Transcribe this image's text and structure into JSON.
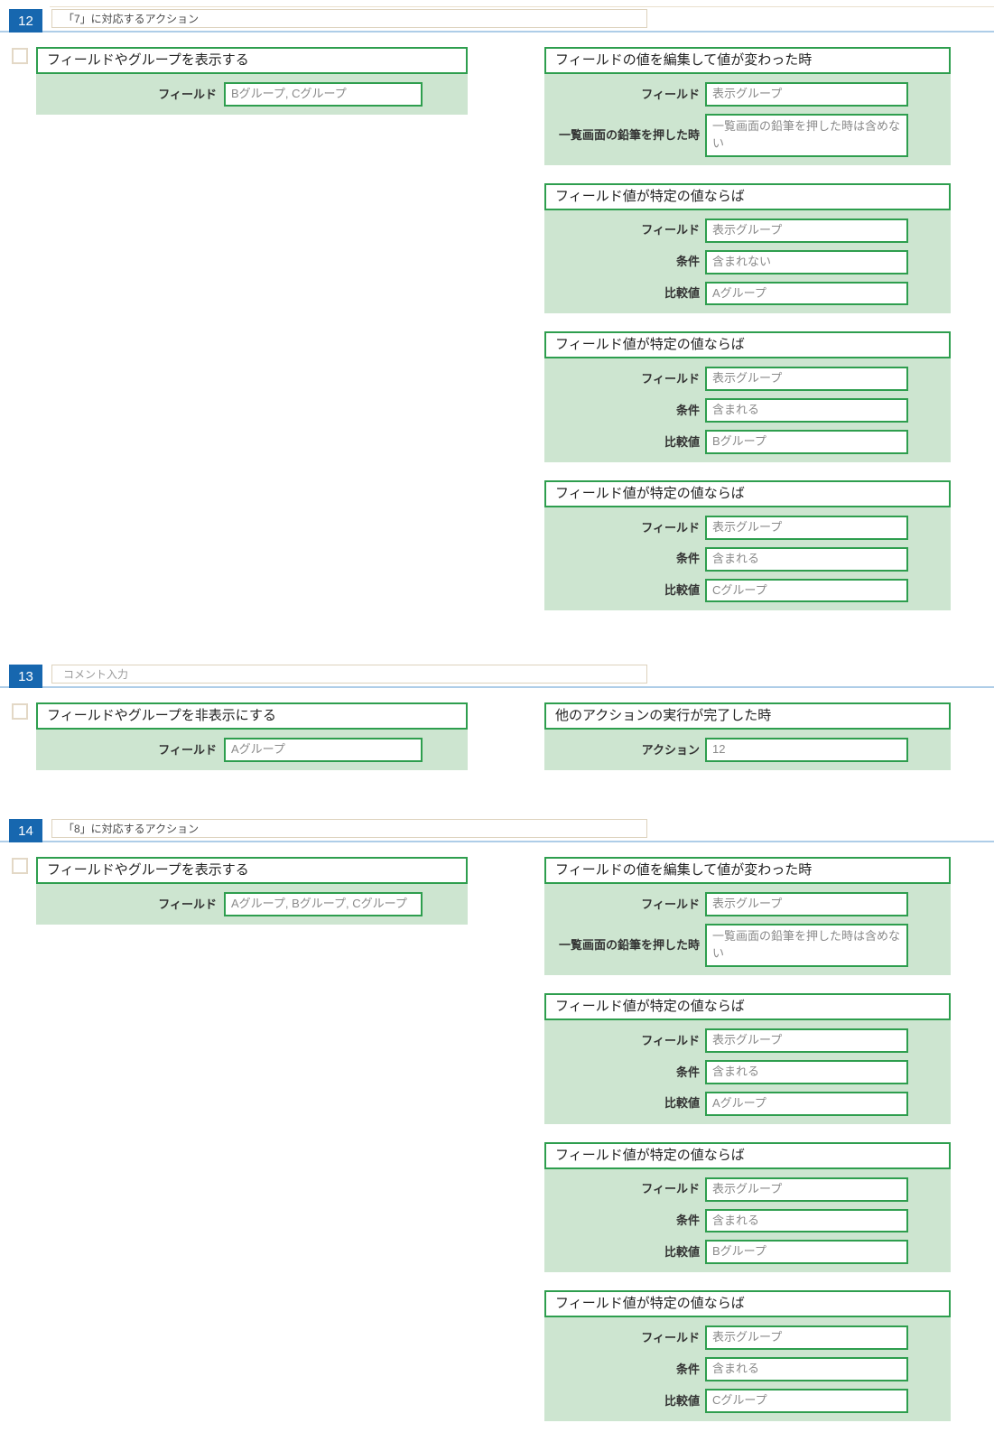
{
  "colors": {
    "badge_background": "#1767af",
    "header_separator_blue": "#aecde8",
    "panel_border_green": "#2e9e4e",
    "panel_background_green": "#cde5d0",
    "comment_input_border_beige": "#ddd2bd",
    "checkbox_border_beige": "#e3d8c6"
  },
  "sections": [
    {
      "number": "12",
      "comment": "「7」に対応するアクション",
      "action_panel": {
        "title": "フィールドやグループを表示する",
        "rows": [
          {
            "label": "フィールド",
            "value": "Bグループ, Cグループ"
          }
        ]
      },
      "trigger_panels": [
        {
          "title": "フィールドの値を編集して値が変わった時",
          "rows": [
            {
              "label": "フィールド",
              "value": "表示グループ"
            },
            {
              "label": "一覧画面の鉛筆を押した時",
              "value": "一覧画面の鉛筆を押した時は含めない"
            }
          ]
        },
        {
          "title": "フィールド値が特定の値ならば",
          "rows": [
            {
              "label": "フィールド",
              "value": "表示グループ"
            },
            {
              "label": "条件",
              "value": "含まれない"
            },
            {
              "label": "比較値",
              "value": "Aグループ"
            }
          ]
        },
        {
          "title": "フィールド値が特定の値ならば",
          "rows": [
            {
              "label": "フィールド",
              "value": "表示グループ"
            },
            {
              "label": "条件",
              "value": "含まれる"
            },
            {
              "label": "比較値",
              "value": "Bグループ"
            }
          ]
        },
        {
          "title": "フィールド値が特定の値ならば",
          "rows": [
            {
              "label": "フィールド",
              "value": "表示グループ"
            },
            {
              "label": "条件",
              "value": "含まれる"
            },
            {
              "label": "比較値",
              "value": "Cグループ"
            }
          ]
        }
      ]
    },
    {
      "number": "13",
      "comment": "コメント入力",
      "action_panel": {
        "title": "フィールドやグループを非表示にする",
        "rows": [
          {
            "label": "フィールド",
            "value": "Aグループ"
          }
        ]
      },
      "trigger_panels": [
        {
          "title": "他のアクションの実行が完了した時",
          "rows": [
            {
              "label": "アクション",
              "value": "12"
            }
          ]
        }
      ]
    },
    {
      "number": "14",
      "comment": "「8」に対応するアクション",
      "action_panel": {
        "title": "フィールドやグループを表示する",
        "rows": [
          {
            "label": "フィールド",
            "value": "Aグループ, Bグループ, Cグループ"
          }
        ]
      },
      "trigger_panels": [
        {
          "title": "フィールドの値を編集して値が変わった時",
          "rows": [
            {
              "label": "フィールド",
              "value": "表示グループ"
            },
            {
              "label": "一覧画面の鉛筆を押した時",
              "value": "一覧画面の鉛筆を押した時は含めない"
            }
          ]
        },
        {
          "title": "フィールド値が特定の値ならば",
          "rows": [
            {
              "label": "フィールド",
              "value": "表示グループ"
            },
            {
              "label": "条件",
              "value": "含まれる"
            },
            {
              "label": "比較値",
              "value": "Aグループ"
            }
          ]
        },
        {
          "title": "フィールド値が特定の値ならば",
          "rows": [
            {
              "label": "フィールド",
              "value": "表示グループ"
            },
            {
              "label": "条件",
              "value": "含まれる"
            },
            {
              "label": "比較値",
              "value": "Bグループ"
            }
          ]
        },
        {
          "title": "フィールド値が特定の値ならば",
          "rows": [
            {
              "label": "フィールド",
              "value": "表示グループ"
            },
            {
              "label": "条件",
              "value": "含まれる"
            },
            {
              "label": "比較値",
              "value": "Cグループ"
            }
          ]
        }
      ]
    }
  ]
}
